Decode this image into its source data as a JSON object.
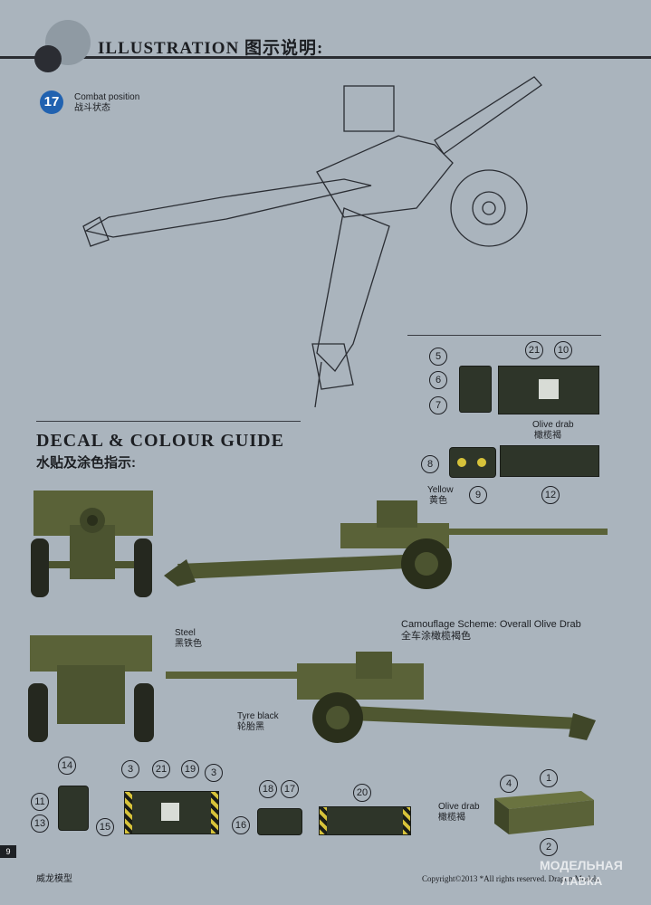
{
  "header": {
    "title": "ILLUSTRATION 图示说明:"
  },
  "step": {
    "number": "17",
    "label_en": "Combat position",
    "label_cn": "战斗状态"
  },
  "decal_guide": {
    "title": "DECAL & COLOUR GUIDE",
    "subtitle": "水贴及涂色指示:"
  },
  "callouts": {
    "olive_drab_top": "Olive drab",
    "olive_drab_top_cn": "橄榄褐",
    "yellow": "Yellow",
    "yellow_cn": "黄色",
    "steel": "Steel",
    "steel_cn": "黑铁色",
    "camouflage": "Camouflage Scheme: Overall Olive Drab",
    "camouflage_cn": "全车涂橄榄褐色",
    "tyre": "Tyre black",
    "tyre_cn": "轮胎黑",
    "olive_drab_bottom": "Olive drab",
    "olive_drab_bottom_cn": "橄榄褐"
  },
  "decal_numbers": [
    "5",
    "6",
    "7",
    "21",
    "10",
    "8",
    "9",
    "12",
    "14",
    "11",
    "13",
    "15",
    "3",
    "21",
    "19",
    "3",
    "18",
    "17",
    "16",
    "20",
    "4",
    "1",
    "2"
  ],
  "footer": {
    "page": "9",
    "left": "威龙模型",
    "right": "Copyright©2013 *All rights reserved. Dragon Models",
    "watermark_1": "МОДЕЛЬНАЯ",
    "watermark_2": "ЛАВКА"
  },
  "colors": {
    "olive": "#5a6238",
    "olive_dark": "#3f4628",
    "paper": "#aab4bd",
    "badge_blue": "#2162b0"
  }
}
